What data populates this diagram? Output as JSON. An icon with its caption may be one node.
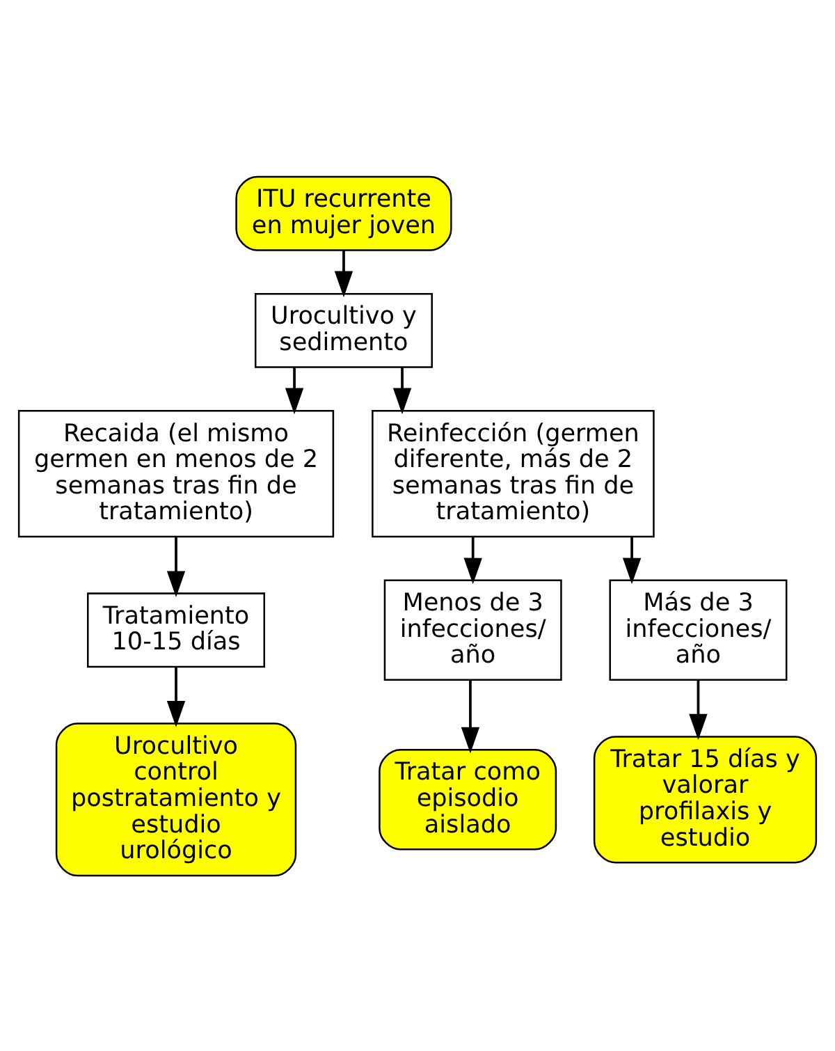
{
  "diagram": {
    "nodes": [
      {
        "text": [
          "ITU recurrente en mujer joven"
        ]
      },
      {
        "text": [
          "Urocultivo y sedimento"
        ]
      },
      {
        "text": [
          "Recaida (el mismo germen en menos de 2 semanas tras fin de tratamiento)"
        ]
      },
      {
        "text": [
          "Reinfección (germen diferente, más de 2 semanas tras fin de tratamiento)"
        ]
      },
      {
        "text": [
          "Tratamiento 10-15 días"
        ]
      },
      {
        "text": [
          "Menos de 3 infecciones/ año"
        ]
      },
      {
        "text": [
          "Más de 3 infecciones/ año"
        ]
      },
      {
        "text": [
          "Urocultivo control postratamiento y estudio urológico"
        ]
      },
      {
        "text": [
          "Tratar como episodio aislado"
        ]
      },
      {
        "text": [
          "Tratar 15 días y valorar profilaxis y estudio"
        ]
      }
    ],
    "edges": [
      {
        "from": 0,
        "to": 1,
        "arrow": "to"
      },
      {
        "from": 1,
        "to": 2,
        "arrow": "to"
      },
      {
        "from": 1,
        "to": 3,
        "arrow": "to"
      },
      {
        "from": 2,
        "to": 4,
        "arrow": "to"
      },
      {
        "from": 3,
        "to": 5,
        "arrow": "to"
      },
      {
        "from": 3,
        "to": 6,
        "arrow": "to"
      },
      {
        "from": 4,
        "to": 7,
        "arrow": "to"
      },
      {
        "from": 5,
        "to": 8,
        "arrow": "to"
      },
      {
        "from": 6,
        "to": 9,
        "arrow": "to"
      }
    ]
  }
}
